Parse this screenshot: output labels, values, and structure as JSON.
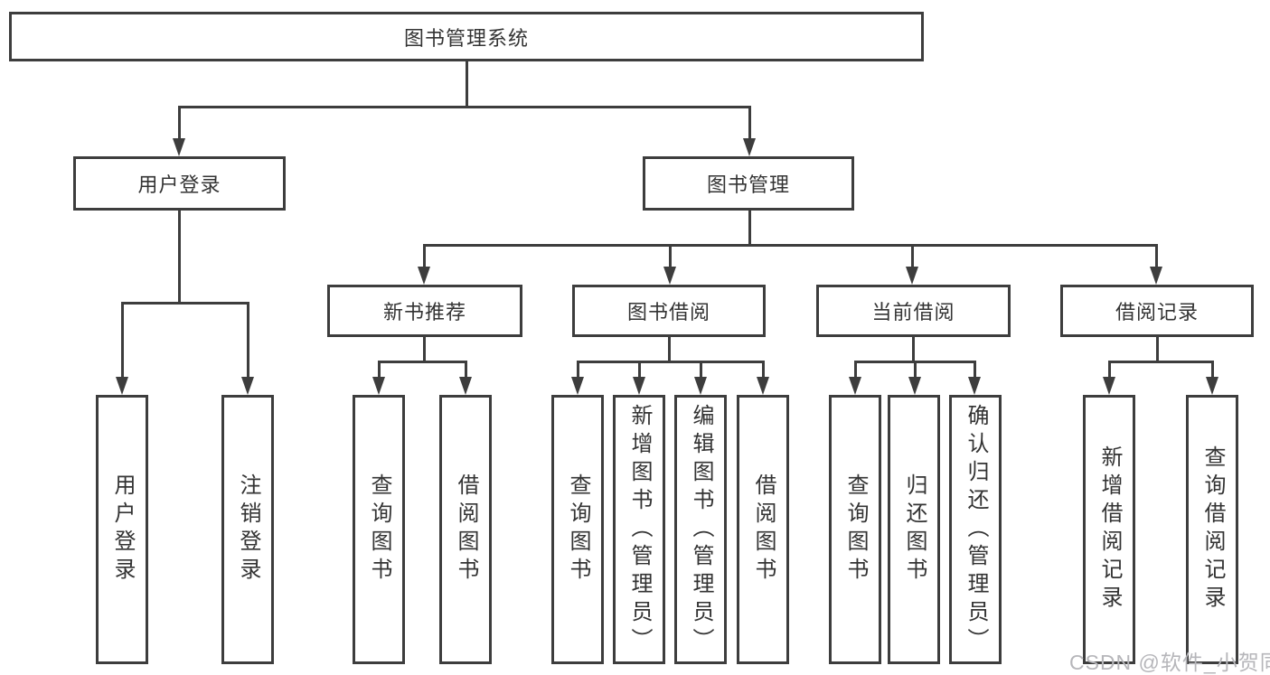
{
  "diagram_title": "图书管理系统",
  "nodes": {
    "root": "图书管理系统",
    "user_login": "用户登录",
    "book_mgmt": "图书管理",
    "new_book": "新书推荐",
    "book_borrow": "图书借阅",
    "current_borrow": "当前借阅",
    "borrow_record": "借阅记录",
    "leaf_user_login": "用户登录",
    "leaf_logout": "注销登录",
    "leaf_query_book_a": "查询图书",
    "leaf_borrow_book_a": "借阅图书",
    "leaf_query_book_b": "查询图书",
    "leaf_add_book_admin": "新增图书（管理员）",
    "leaf_edit_book_admin": "编辑图书（管理员）",
    "leaf_borrow_book_b": "借阅图书",
    "leaf_query_book_c": "查询图书",
    "leaf_return_book": "归还图书",
    "leaf_confirm_return_admin": "确认归还（管理员）",
    "leaf_add_record": "新增借阅记录",
    "leaf_query_record": "查询借阅记录"
  },
  "watermark": "CSDN @软件_小贺同学",
  "colors": {
    "line": "#3d3d3d",
    "text": "#333333",
    "watermark": "#b6b6ba",
    "background": "#ffffff"
  },
  "hierarchy": {
    "图书管理系统": {
      "用户登录": [
        "用户登录",
        "注销登录"
      ],
      "图书管理": {
        "新书推荐": [
          "查询图书",
          "借阅图书"
        ],
        "图书借阅": [
          "查询图书",
          "新增图书（管理员）",
          "编辑图书（管理员）",
          "借阅图书"
        ],
        "当前借阅": [
          "查询图书",
          "归还图书",
          "确认归还（管理员）"
        ],
        "借阅记录": [
          "新增借阅记录",
          "查询借阅记录"
        ]
      }
    }
  }
}
